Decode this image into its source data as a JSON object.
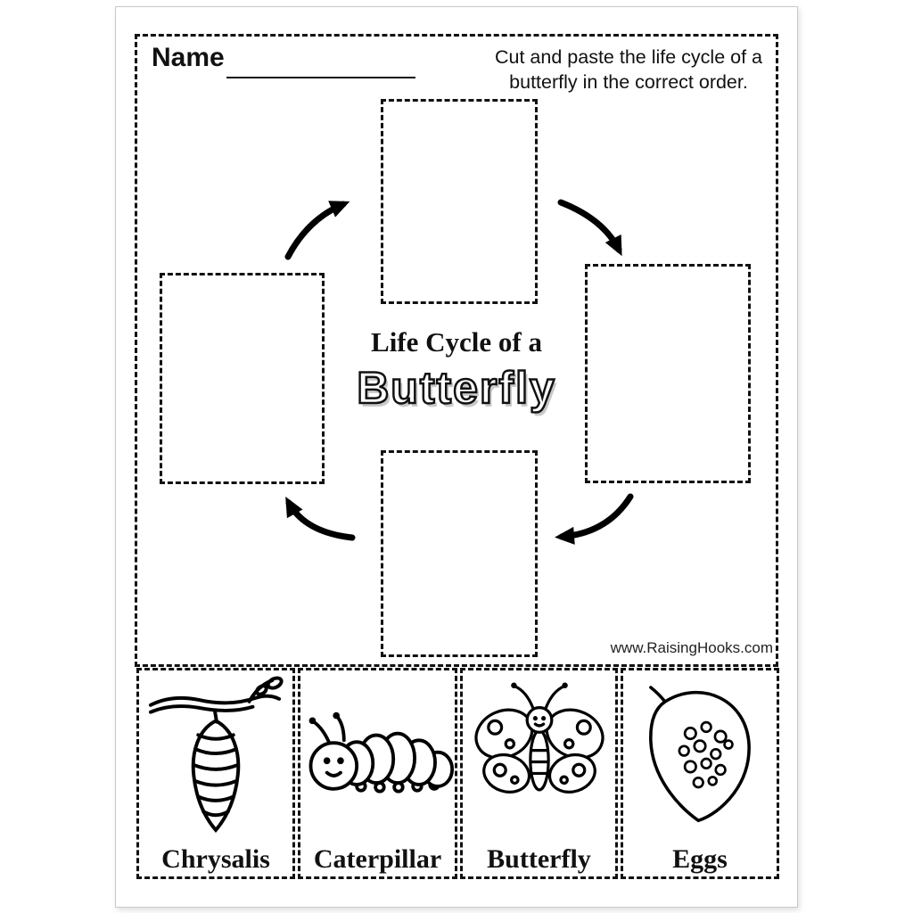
{
  "worksheet": {
    "name_label": "Name",
    "instructions": {
      "line1": "Cut and paste the life cycle of a",
      "line2": "butterfly in the correct order."
    },
    "title": {
      "line1": "Life Cycle of a",
      "line2": "Butterfly"
    },
    "website": "www.RaisingHooks.com",
    "drop_zones": [
      {
        "id": "top"
      },
      {
        "id": "right"
      },
      {
        "id": "bottom"
      },
      {
        "id": "left"
      }
    ],
    "cutouts": [
      {
        "label": "Chrysalis",
        "icon": "chrysalis-drawing"
      },
      {
        "label": "Caterpillar",
        "icon": "caterpillar-drawing"
      },
      {
        "label": "Butterfly",
        "icon": "butterfly-drawing"
      },
      {
        "label": "Eggs",
        "icon": "eggs-drawing"
      }
    ]
  },
  "colors": {
    "ink": "#000000",
    "paper": "#ffffff",
    "page_border": "#c9c9c9"
  }
}
